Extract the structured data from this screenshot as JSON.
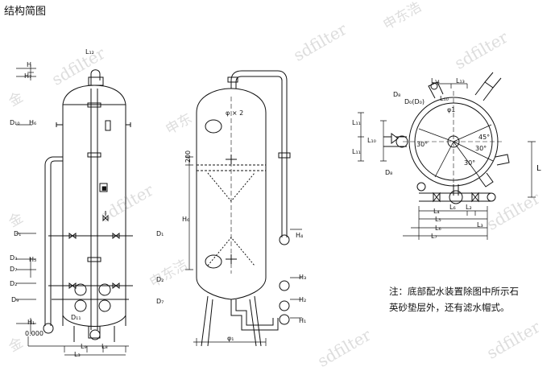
{
  "header": {
    "title": "结构简图"
  },
  "note": {
    "line1": "注：底部配水装置除图中所示石",
    "line2": "英砂垫层外，还有滤水帽式。"
  },
  "watermarks": [
    {
      "id": "wm1",
      "text": "sdfilter"
    },
    {
      "id": "wm2",
      "text": "sdfilter"
    },
    {
      "id": "wm3",
      "text": "sdfilter"
    },
    {
      "id": "wm4",
      "text": "sdfilter"
    },
    {
      "id": "wm5",
      "text": "sdfilter"
    },
    {
      "id": "wm6",
      "text": "sdfilter"
    },
    {
      "id": "wm7",
      "text": "sdfilter"
    },
    {
      "id": "wm8",
      "text": "申东"
    },
    {
      "id": "wm9",
      "text": "申东洁"
    },
    {
      "id": "wm10",
      "text": "申东浩"
    },
    {
      "id": "wm11",
      "text": "金"
    },
    {
      "id": "wm12",
      "text": "金"
    },
    {
      "id": "wm13",
      "text": "金"
    }
  ],
  "labels": {
    "H": "H",
    "H1": "H₁",
    "H2": "H₂",
    "H3": "H₃",
    "H4": "H₄",
    "H5": "H₅",
    "H6": "H₆",
    "H7": "H₇",
    "D1": "D₁",
    "D2": "D₂",
    "D3": "D₃",
    "D7": "D₇",
    "D8": "D₈",
    "D9": "D₉",
    "D10": "D₁₀",
    "D11": "D₁₁",
    "Dg": "Dg",
    "D10_e": "D₁₀",
    "L1": "L₁",
    "L2": "L₂",
    "L3": "L₃",
    "L4": "L₄",
    "L5": "L₅",
    "L6": "L₆",
    "L7": "L₇",
    "L8": "L₈",
    "L9": "L₉",
    "L10": "L₁₀",
    "L11": "L₁₁",
    "L12": "L₁₂",
    "L13": "L₁₃",
    "L14": "L₁₄",
    "L": "L",
    "dim200": "200",
    "zero": "0.000",
    "phi_dia": "φ1",
    "phi_top": "φ × 2",
    "a45": "45°",
    "a30a": "30°",
    "a30b": "30°",
    "a30c": "30°",
    "D0": "D₀(D₀)",
    "phi_small": "φ₁",
    "D4": "D₄"
  }
}
